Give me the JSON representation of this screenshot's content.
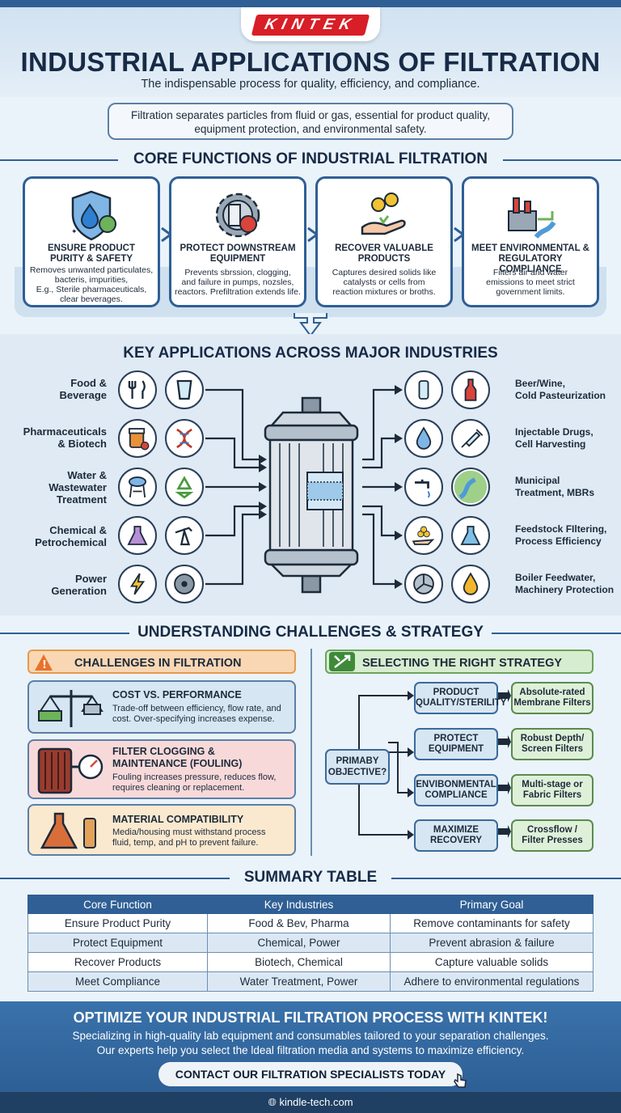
{
  "brand": {
    "logo_text": "KINTEK",
    "primary_color": "#2f5f95",
    "logo_color": "#d81e26"
  },
  "header": {
    "title": "INDUSTRIAL APPLICATIONS OF FILTRATION",
    "subtitle": "The indispensable process for quality, efficiency, and compliance.",
    "intro_line1": "Filtration separates particles from fluid or gas, essential for product quality,",
    "intro_line2": "equipment protection, and environmental safety."
  },
  "core": {
    "heading": "CORE FUNCTIONS OF INDUSTRIAL FILTRATION",
    "cards": [
      {
        "icon": "shield-droplet-icon",
        "title1": "ENSURE PRODUCT",
        "title2": "PURITY & SAFETY",
        "desc": [
          "Removes unwanted particulates,",
          "bacteris, impurities,",
          "E.g., Sterile pharmaceuticals,",
          "clear beverages."
        ]
      },
      {
        "icon": "gear-filter-icon",
        "title1": "PROTECT DOWNSTREAM",
        "title2": "EQUIPMENT",
        "desc": [
          "Prevents sbrssion, clogging,",
          "and failure in pumps, nozsles,",
          "reactors. Prefiltration extends life."
        ]
      },
      {
        "icon": "hand-coins-icon",
        "title1": "RECOVER VALUABLE",
        "title2": "PRODUCTS",
        "desc": [
          "Captures desired solids like",
          "catalysts or cells from",
          "reaction mixtures or broths."
        ]
      },
      {
        "icon": "factory-river-icon",
        "title1": "MEET ENVIRONMENTAL &",
        "title2": "REGULATORY COMPLIANCE",
        "desc": [
          "Filters air and water",
          "emissions to meet strict",
          "government limits."
        ]
      }
    ]
  },
  "applications": {
    "heading": "KEY APPLICATIONS ACROSS MAJOR INDUSTRIES",
    "industries": [
      {
        "line1": "Food &",
        "line2": "Beverage",
        "icons": [
          "fork-knife-icon",
          "glass-icon"
        ]
      },
      {
        "line1": "Pharmaceuticals",
        "line2": "& Biotech",
        "icons": [
          "pill-bottle-icon",
          "dna-icon"
        ]
      },
      {
        "line1": "Water &",
        "line2": "Wastewater",
        "line3": "Treatment",
        "icons": [
          "water-tower-icon",
          "recycle-icon"
        ]
      },
      {
        "line1": "Chemical &",
        "line2": "Petrochemical",
        "icons": [
          "flask-icon",
          "oil-pump-icon"
        ]
      },
      {
        "line1": "Power",
        "line2": "Generation",
        "icons": [
          "lightning-icon",
          "turbine-icon"
        ]
      }
    ],
    "outputs": [
      {
        "line1": "Beer/Wine,",
        "line2": "Cold Pasteurization",
        "icons": [
          "vial-icon",
          "wine-bottle-icon"
        ]
      },
      {
        "line1": "Injectable Drugs,",
        "line2": "Cell Harvesting",
        "icons": [
          "droplet-icon",
          "syringe-icon"
        ]
      },
      {
        "line1": "Municipal",
        "line2": "Treatment, MBRs",
        "icons": [
          "faucet-icon",
          "river-icon"
        ]
      },
      {
        "line1": "Feedstock FIltering,",
        "line2": "Process Efficiency",
        "icons": [
          "hand-pellets-icon",
          "beaker-icon"
        ]
      },
      {
        "line1": "Boiler Feedwater,",
        "line2": "Machinery Protection",
        "icons": [
          "fan-icon",
          "oil-drop-icon"
        ]
      }
    ]
  },
  "challenges": {
    "heading": "UNDERSTANDING CHALLENGES & STRATEGY",
    "left_heading": "CHALLENGES IN FILTRATION",
    "items": [
      {
        "icon": "balance-scale-icon",
        "title1": "COST VS. PERFORMANCE",
        "desc": [
          "Trade-off between efficiency, flow rate, and",
          "cost. Over-specifying increases expense."
        ]
      },
      {
        "icon": "clogged-filter-gauge-icon",
        "title1": "FILTER CLOGGING &",
        "title2": "MAINTENANCE (FOULING)",
        "desc": [
          "Fouling increases pressure, reduces flow,",
          "requires cleaning or replacement."
        ]
      },
      {
        "icon": "corroding-flask-icon",
        "title1": "MATERIAL COMPATIBILITY",
        "desc": [
          "Media/housing must withstand process",
          "fluid, temp, and pH to prevent failure."
        ]
      }
    ],
    "right_heading": "SELECTING THE RIGHT STRATEGY",
    "objective1": "PRIMABY",
    "objective2": "OBJECTIVE?",
    "strategies": [
      {
        "obj1": "PRODUCT",
        "obj2": "QUALITY/STERILITY",
        "res1": "Absolute-rated",
        "res2": "Membrane Filters"
      },
      {
        "obj1": "PROTECT",
        "obj2": "EQUIPMENT",
        "res1": "Robust Depth/",
        "res2": "Screen Filters"
      },
      {
        "obj1": "ENVIBONMENTAL",
        "obj2": "COMPLIANCE",
        "res1": "Multi-stage or",
        "res2": "Fabric Filters"
      },
      {
        "obj1": "MAXIMIZE",
        "obj2": "RECOVERY",
        "res1": "Crossflow /",
        "res2": "Filter Presses"
      }
    ]
  },
  "summary": {
    "heading": "SUMMARY TABLE",
    "columns": [
      "Core Function",
      "Key Industries",
      "Primary Goal"
    ],
    "rows": [
      [
        "Ensure Product Purity",
        "Food & Bev, Pharma",
        "Remove contaminants for safety"
      ],
      [
        "Protect Equipment",
        "Chemical, Power",
        "Prevent abrasion & failure"
      ],
      [
        "Recover Products",
        "Biotech, Chemical",
        "Capture valuable solids"
      ],
      [
        "Meet Compliance",
        "Water Treatment, Power",
        "Adhere to environmental regulations"
      ]
    ]
  },
  "footer": {
    "title": "OPTIMIZE YOUR INDUSTRIAL FILTRATION PROCESS WITH KINTEK!",
    "line1": "Specializing in high-quality lab equipment and consumables tailored to your separation challenges.",
    "line2": "Our experts help you select the ldeal filtration media and systems to maximize efficiency.",
    "cta": "CONTACT OUR FILTRATION SPECIALISTS TODAY",
    "website": "kindle-tech.com"
  }
}
